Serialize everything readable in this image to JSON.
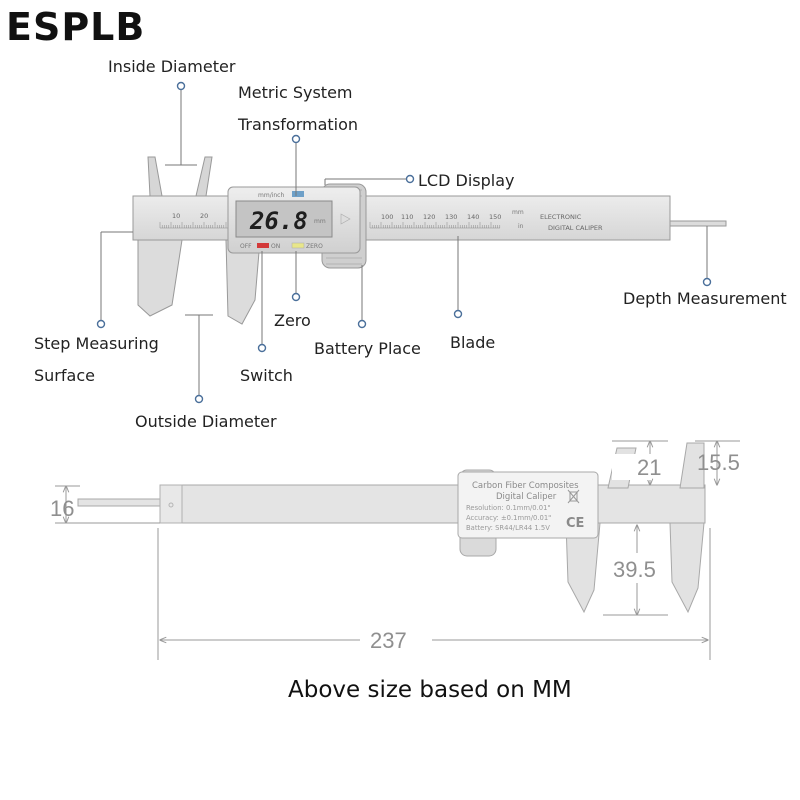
{
  "brand": "ESPLB",
  "callouts": {
    "inside_diameter": "Inside Diameter",
    "metric_1": "Metric System",
    "metric_2": "Transformation",
    "lcd_display": "LCD Display",
    "depth_measurement": "Depth Measurement",
    "step_1": "Step Measuring",
    "step_2": "Surface",
    "zero": "Zero",
    "battery_place": "Battery Place",
    "blade": "Blade",
    "switch": "Switch",
    "outside_diameter": "Outside Diameter"
  },
  "caliper_top": {
    "beam_label_1": "ELECTRONIC",
    "beam_label_2": "DIGITAL CALIPER",
    "unit_mm": "mm",
    "unit_in": "in",
    "head_scale": [
      "10",
      "20"
    ],
    "beam_scale": [
      "100",
      "110",
      "120",
      "130",
      "140",
      "150"
    ],
    "head_button_label": "mm/inch",
    "lcd_value": "26.8",
    "lcd_unit": "mm",
    "off_label": "OFF",
    "on_label": "ON",
    "zero_label": "ZERO"
  },
  "caliper_bottom": {
    "plate_line1": "Carbon Fiber Composites",
    "plate_line2": "Digital Caliper",
    "resolution": "Resolution: 0.1mm/0.01\"",
    "accuracy": "Accuracy: ±0.1mm/0.01\"",
    "battery": "Battery: SR44/LR44 1.5V",
    "ce_mark": "CE"
  },
  "dimensions": {
    "height_16": "16",
    "jaw_21": "21",
    "jaw_15_5": "15.5",
    "jaw_39_5": "39.5",
    "length_237": "237"
  },
  "caption": "Above size based on MM",
  "colors": {
    "caliper_body": "#e2e2e2",
    "caliper_edge": "#9c9c9c",
    "lcd_screen": "#c4c4c4",
    "callout_dot": "#4a6f9a",
    "leader_line": "#777777",
    "red_button": "#d33a3a",
    "dimension_line": "#999999"
  }
}
